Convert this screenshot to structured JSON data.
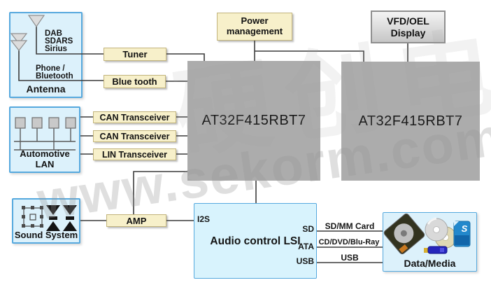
{
  "nodes": {
    "antenna": {
      "label": "Antenna",
      "receivers": "DAB\nSDARS\nSirius",
      "phone": "Phone /\nBluetooth"
    },
    "tuner": {
      "label": "Tuner"
    },
    "bluetooth": {
      "label": "Blue tooth"
    },
    "automotive_lan": {
      "label": "Automotive LAN"
    },
    "can_transceiver_1": {
      "label": "CAN Transceiver"
    },
    "can_transceiver_2": {
      "label": "CAN Transceiver"
    },
    "lin_transceiver": {
      "label": "LIN Transceiver"
    },
    "sound_system": {
      "label": "Sound System"
    },
    "amp": {
      "label": "AMP"
    },
    "power_management": {
      "label": "Power\nmanagement"
    },
    "vfd_display": {
      "label": "VFD/OEL\nDisplay"
    },
    "mcu_left": {
      "label": "AT32F415RBT7"
    },
    "mcu_right": {
      "label": "AT32F415RBT7"
    },
    "audio_lsi": {
      "label": "Audio control LSI",
      "ports": {
        "i2s": "I2S",
        "sd": "SD",
        "ata": "ATA",
        "usb": "USB"
      }
    },
    "data_media": {
      "label": "Data/Media",
      "sd_logo": "S"
    }
  },
  "bus_labels": {
    "sd": "SD/MM Card",
    "cd": "CD/DVD/Blu-Ray",
    "usb": "USB"
  },
  "watermark": {
    "latin": "www.sekorm.com",
    "cjk": "硬创电商"
  },
  "icons": [
    "antenna-icon",
    "dual-antenna-icon",
    "lan-bus-icon",
    "selection-frame-icon",
    "speaker-icon",
    "hdd-icon",
    "cd-disc-icon",
    "usb-stick-icon",
    "sd-card-icon"
  ],
  "colors": {
    "cream_fill": "#F7F0CA",
    "cream_border": "#C2B47C",
    "blue_fill": "#DCF1FB",
    "blue_border": "#56A9DE",
    "lsi_fill": "#D8F3FD",
    "chip_gray": "#ACACAC",
    "connector": "#3C3C3C",
    "background": "#FFFFFF"
  }
}
